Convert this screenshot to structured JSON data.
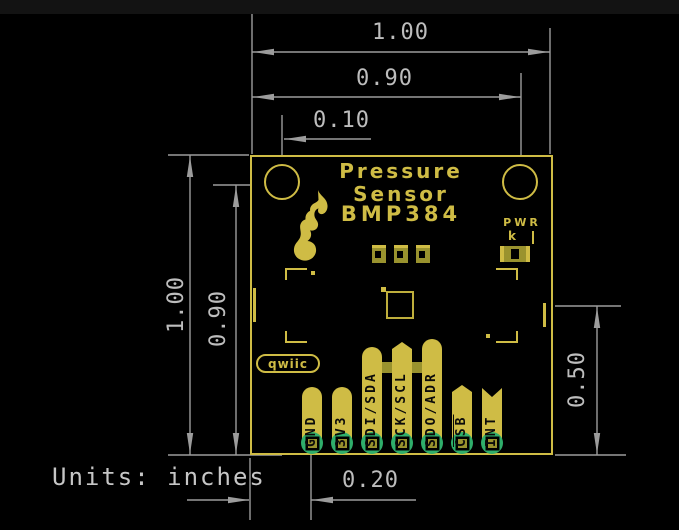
{
  "drawing": {
    "units_note": "Units: inches",
    "dimensions": {
      "top": [
        {
          "label": "1.00"
        },
        {
          "label": "0.90"
        },
        {
          "label": "0.10"
        }
      ],
      "left": [
        {
          "label": "1.00"
        },
        {
          "label": "0.90"
        }
      ],
      "right": [
        {
          "label": "0.50"
        }
      ],
      "bottom": [
        {
          "label": "0.20"
        }
      ]
    }
  },
  "board": {
    "title": {
      "line1": "Pressure",
      "line2": "Sensor",
      "line3": "BMP384"
    },
    "pwr": {
      "label": "PWR",
      "cathode_mark": "k"
    },
    "qwiic": {
      "label": "qwiic"
    },
    "pins": [
      {
        "label": "GND"
      },
      {
        "label": "3V3"
      },
      {
        "label": "SDI/SDA"
      },
      {
        "label": "SCK/SCL"
      },
      {
        "label": "SDO/ADR"
      },
      {
        "label": "CSB",
        "overline": true
      },
      {
        "label": "INT"
      }
    ],
    "colors": {
      "background": "#000000",
      "silkscreen": "#cfbc45",
      "pad_olive": "#99922e",
      "plated_ring_green": "#2fae6b",
      "dimension_gray": "#9c9c9c",
      "dimension_text_gray": "#bdbdbd"
    }
  }
}
